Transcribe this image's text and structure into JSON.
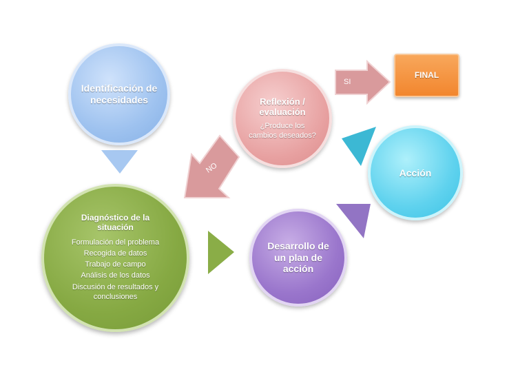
{
  "nodes": {
    "identificacion": {
      "title": "Identificación de necesidades"
    },
    "diagnostico": {
      "title": "Diagnóstico de la situación",
      "items": [
        "Formulación del problema",
        "Recogida de datos",
        "Trabajo de campo",
        "Análisis de los datos",
        "Discusión de resultados y conclusiones"
      ]
    },
    "desarrollo": {
      "title": "Desarrollo de un plan de acción"
    },
    "accion": {
      "title": "Acción"
    },
    "reflexion": {
      "title": "Reflexión / evaluación",
      "question": "¿Produce los cambios deseados?"
    },
    "final": {
      "title": "FINAL"
    }
  },
  "arrows": {
    "si_label": "SI",
    "no_label": "NO"
  },
  "colors": {
    "identificacion": "#9ec2ef",
    "diagnostico": "#86a943",
    "desarrollo": "#9a76cc",
    "accion": "#5fd2ee",
    "reflexion": "#e7a0a0",
    "final": "#f2862e",
    "si_arrow": "#d99a9c",
    "no_arrow": "#d99a9c"
  }
}
